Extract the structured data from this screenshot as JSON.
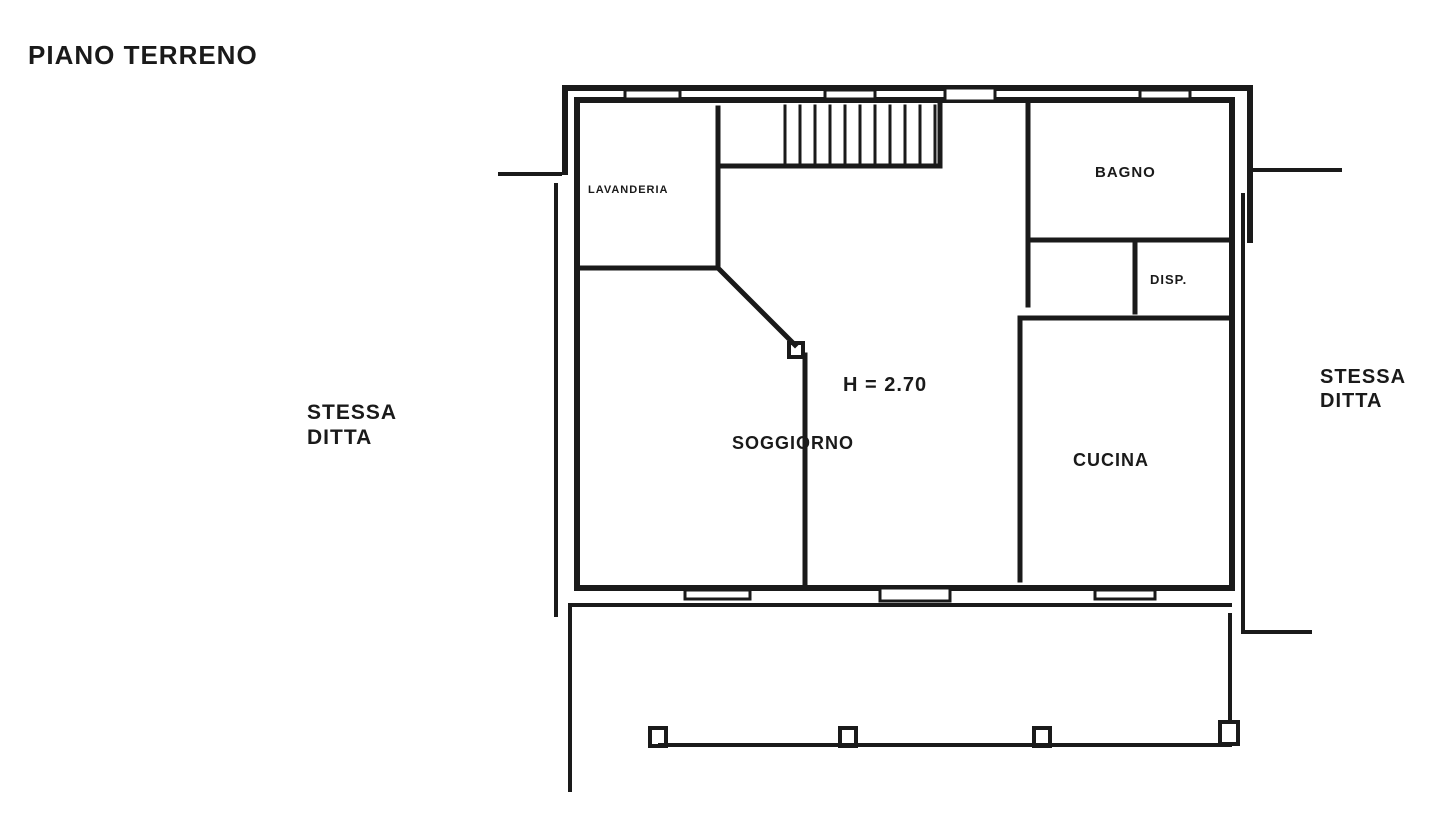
{
  "title": "PIANO TERRENO",
  "rooms": {
    "laundry": "LAVANDERIA",
    "bathroom": "BAGNO",
    "storage": "DISP.",
    "living": "SOGGIORNO",
    "kitchen": "CUCINA",
    "height": "H = 2.70"
  },
  "neighbors": {
    "left": "STESSA\nDITTA",
    "right": "STESSA\nDITTA"
  }
}
